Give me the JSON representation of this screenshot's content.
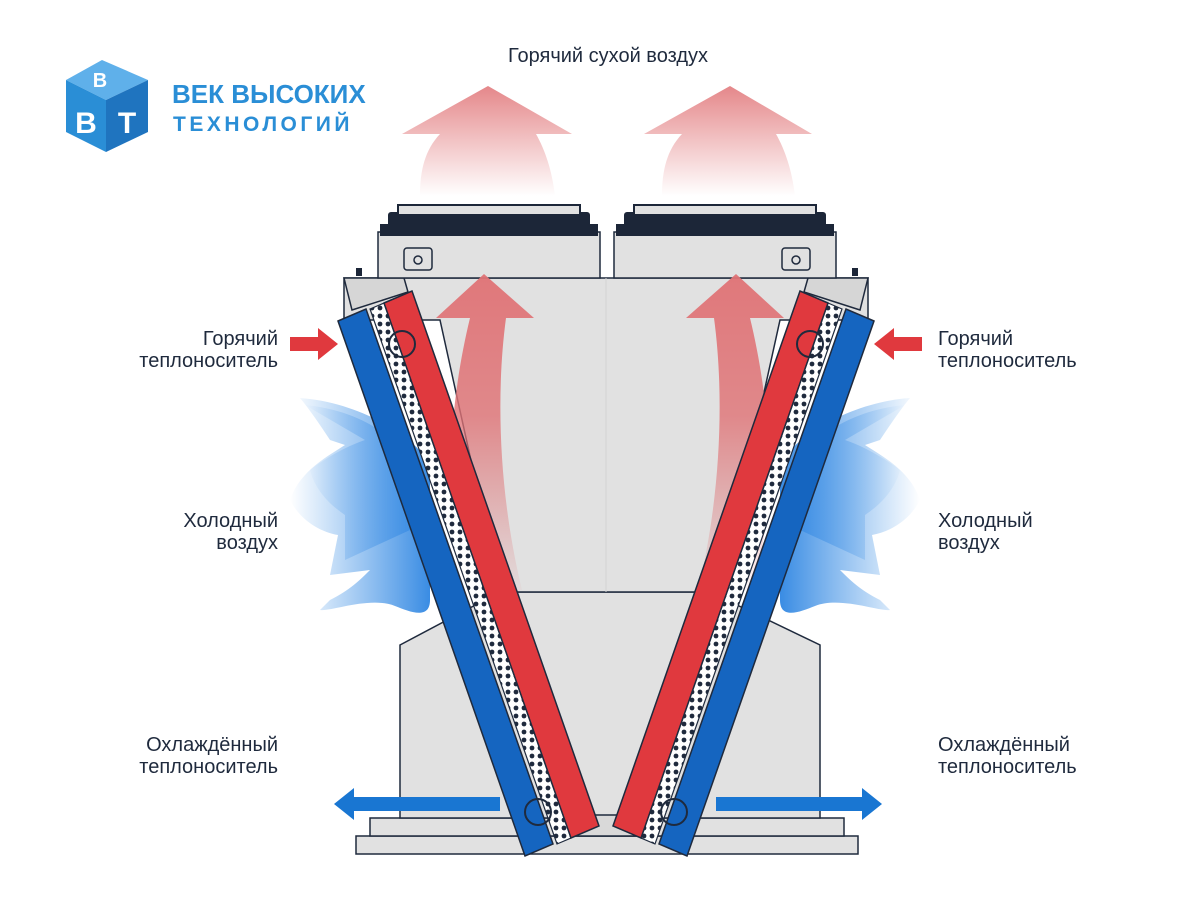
{
  "logo": {
    "line1": "ВЕК ВЫСОКИХ",
    "line2": "ТЕХНОЛОГИЙ",
    "monogram": [
      "В",
      "В",
      "Т"
    ],
    "brand_color": "#2a8ed6"
  },
  "labels": {
    "hot_dry_air": "Горячий сухой воздух",
    "hot_coolant_left": {
      "line1": "Горячий",
      "line2": "теплоноситель"
    },
    "hot_coolant_right": {
      "line1": "Горячий",
      "line2": "теплоноситель"
    },
    "cold_air_left": {
      "line1": "Холодный",
      "line2": "воздух"
    },
    "cold_air_right": {
      "line1": "Холодный",
      "line2": "воздух"
    },
    "cooled_coolant_left": {
      "line1": "Охлаждённый",
      "line2": "теплоноситель"
    },
    "cooled_coolant_right": {
      "line1": "Охлаждённый",
      "line2": "теплоноситель"
    }
  },
  "colors": {
    "hot": "#e0393e",
    "cold": "#1565c0",
    "cold_air": "#3a8fe6",
    "hot_air": "#e07275",
    "housing": "#e1e1e1",
    "outline": "#1f2a3d",
    "fan": "#1c2638"
  }
}
